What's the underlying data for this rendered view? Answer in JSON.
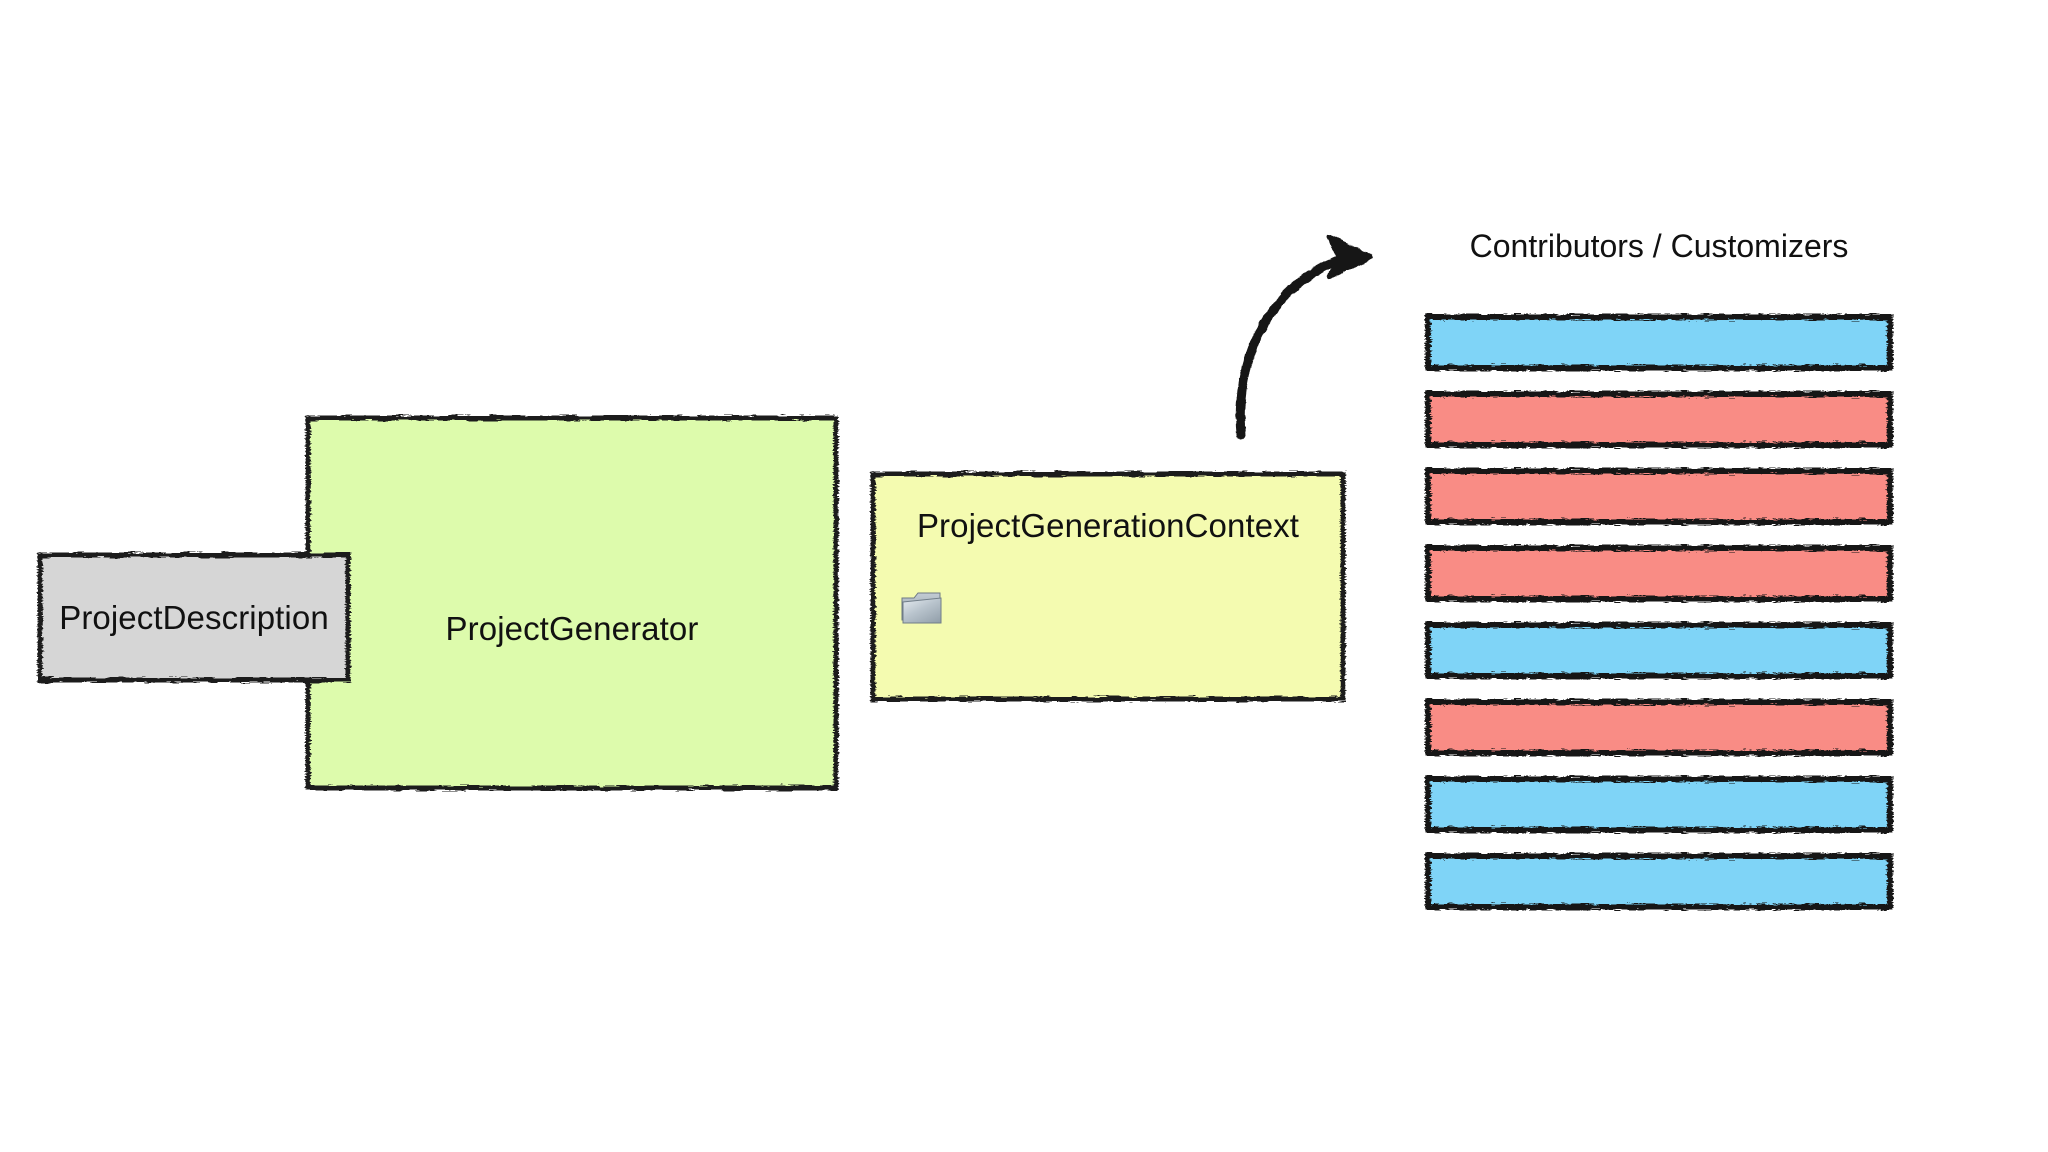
{
  "diagram": {
    "title_visible": false,
    "nodes": [
      {
        "id": "project-description",
        "label": "ProjectDescription",
        "fill": "#d6d6d6",
        "stroke": "#1a1a1a"
      },
      {
        "id": "project-generator",
        "label": "ProjectGenerator",
        "fill": "#ddfbac",
        "stroke": "#1a1a1a"
      },
      {
        "id": "project-generation-context",
        "label": "ProjectGenerationContext",
        "fill": "#f4fbb0",
        "stroke": "#1a1a1a",
        "icon": "folder-icon"
      }
    ],
    "arrow": {
      "id": "context-to-contributors-arrow",
      "style": "hand-drawn-curved",
      "direction": "up-right",
      "color": "#141414"
    },
    "contributors": {
      "title": "Contributors / Customizers",
      "colors": {
        "blue": "#7fd4f7",
        "red": "#f98c85",
        "stroke": "#141414"
      },
      "bars": [
        {
          "index": 1,
          "color": "blue"
        },
        {
          "index": 2,
          "color": "red"
        },
        {
          "index": 3,
          "color": "red"
        },
        {
          "index": 4,
          "color": "red"
        },
        {
          "index": 5,
          "color": "blue"
        },
        {
          "index": 6,
          "color": "red"
        },
        {
          "index": 7,
          "color": "blue"
        },
        {
          "index": 8,
          "color": "blue"
        }
      ]
    }
  },
  "canvas": {
    "background": "#ffffff"
  }
}
